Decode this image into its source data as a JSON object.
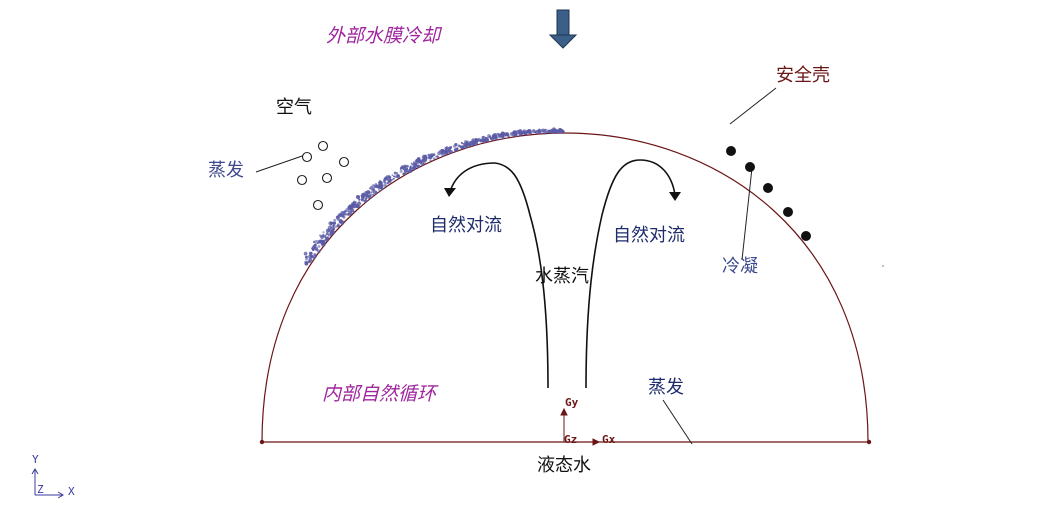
{
  "colors": {
    "dome": "#6b1515",
    "film": "#5a5aa6",
    "arrow": "#3b5f88",
    "label_purple": "#a0259f",
    "label_navy": "#1e2c6b",
    "label_blue": "#3d4a8e"
  },
  "labels": {
    "external_cooling": "外部水膜冷却",
    "containment_shell": "安全壳",
    "air": "空气",
    "evaporation_left": "蒸发",
    "natural_convection_left": "自然对流",
    "natural_convection_right": "自然对流",
    "steam": "水蒸汽",
    "condensation": "冷凝",
    "internal_circulation": "内部自然循环",
    "evaporation_bottom": "蒸发",
    "liquid_water": "液态水"
  },
  "axes_local": {
    "gy": "Gy",
    "gz": "Gz",
    "gx": "Gx"
  },
  "axes_global": {
    "y": "Y",
    "z": "Z",
    "x": "X"
  }
}
